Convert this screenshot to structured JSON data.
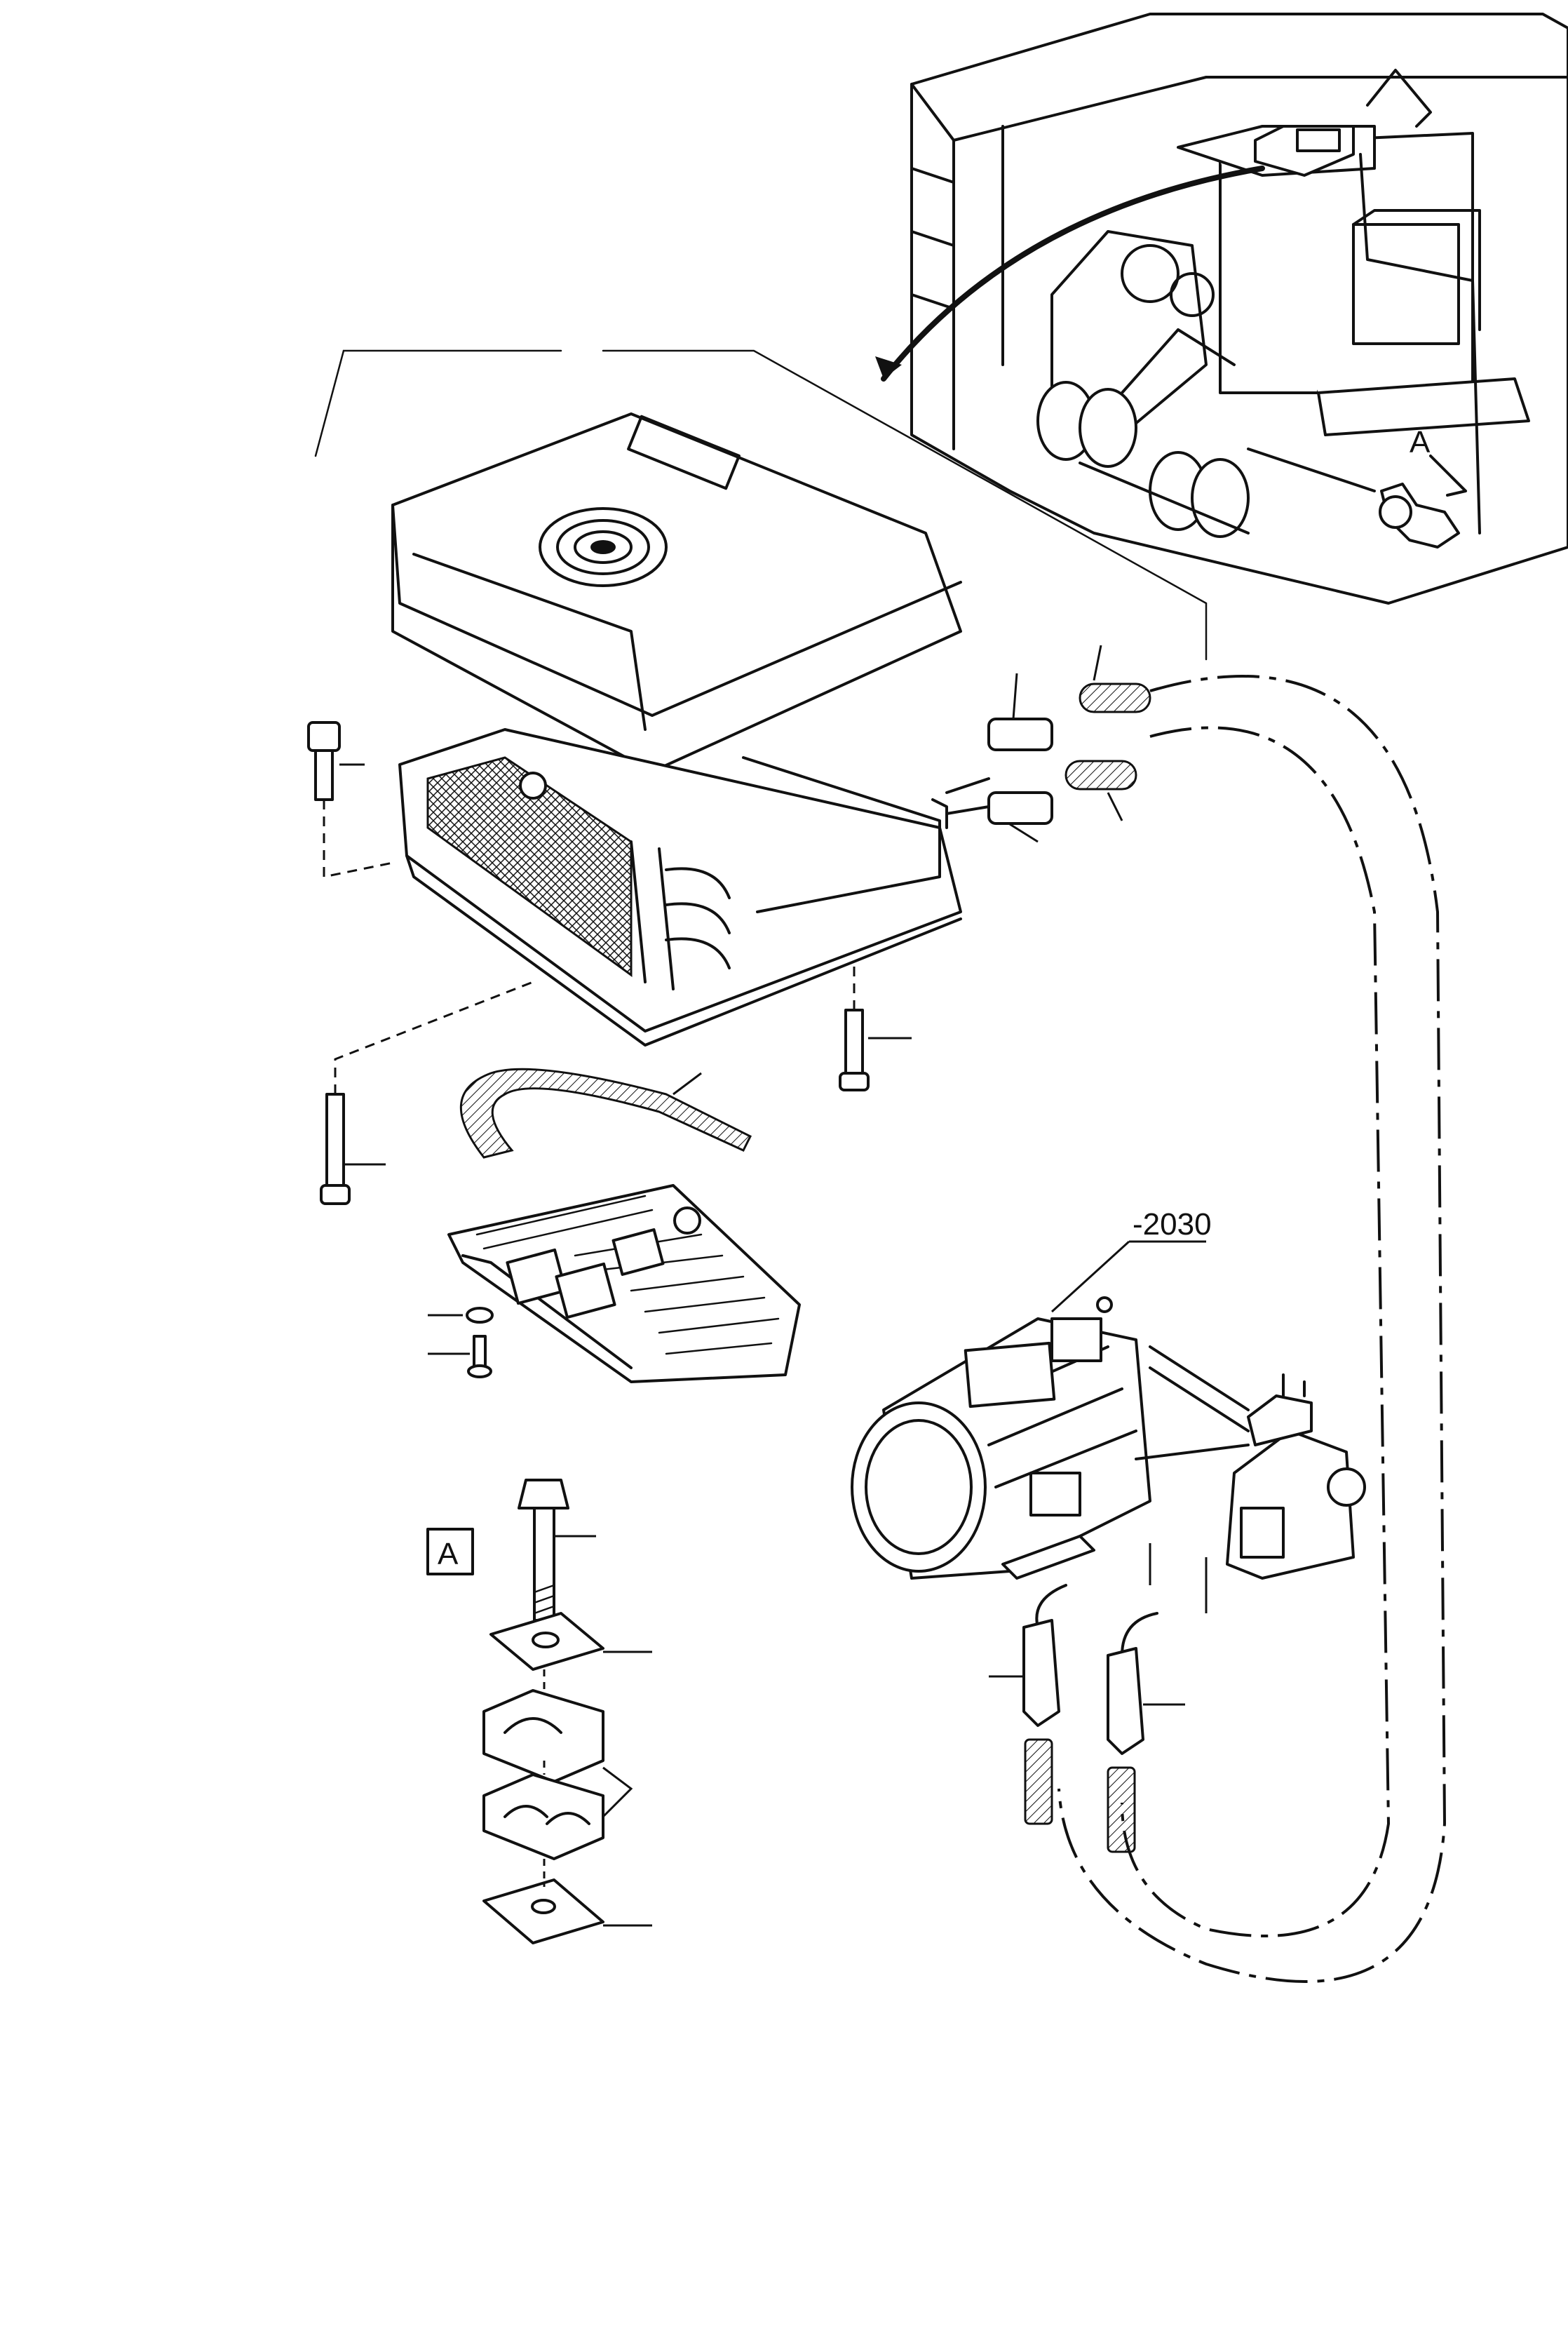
{
  "callouts": {
    "part_ref": "-2030",
    "detail_a_box": "A",
    "detail_a_arrow": "A"
  }
}
